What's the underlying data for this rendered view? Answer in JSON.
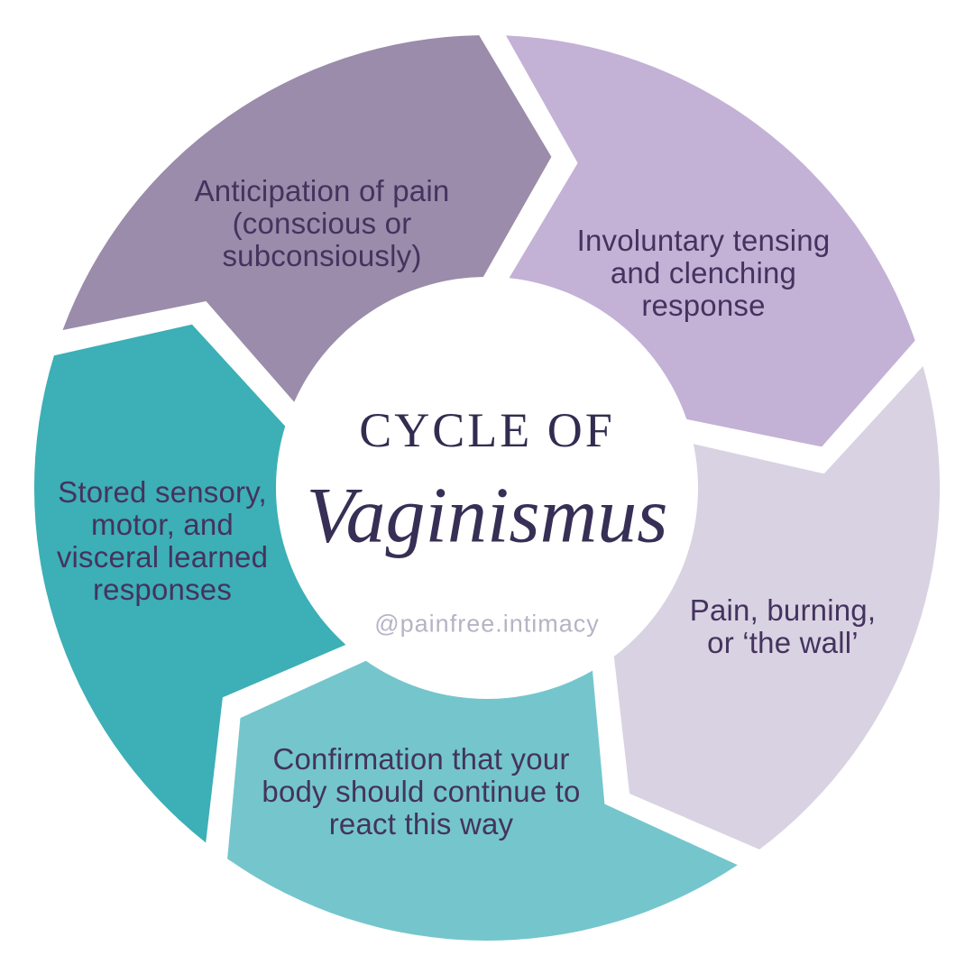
{
  "center": {
    "title_line1": "CYCLE OF",
    "title_script": "Vaginismus",
    "handle": "@painfree.intimacy"
  },
  "colors": {
    "background": "#FFFFFF",
    "label_text": "#44335E",
    "title_text": "#332C50",
    "script_text": "#372F55",
    "handle_text": "#B6B3C5"
  },
  "segments": [
    {
      "name": "anticipation",
      "label": "Anticipation of pain\n(conscious or\nsubconsiously)",
      "color": "#9A8CAA"
    },
    {
      "name": "involuntary-tensing",
      "label": "Involuntary tensing\nand clenching\nresponse",
      "color": "#C3B1D6"
    },
    {
      "name": "pain-burning",
      "label": "Pain, burning,\nor ‘the wall’",
      "color": "#D9D2E2"
    },
    {
      "name": "confirmation",
      "label": "Confirmation that your\nbody should continue to\nreact this way",
      "color": "#74C6CC"
    },
    {
      "name": "stored-responses",
      "label": "Stored sensory,\nmotor, and\nvisceral learned\nresponses",
      "color": "#3DAFB6"
    }
  ]
}
